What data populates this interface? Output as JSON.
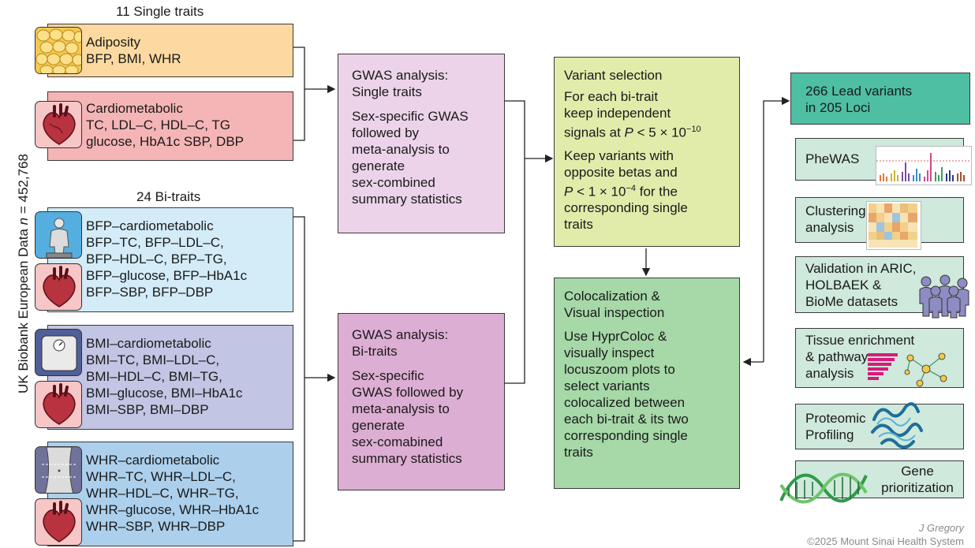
{
  "side_label": "UK Biobank European Data n = 452,768",
  "side_label_parts": {
    "prefix": "UK Biobank European Data ",
    "n": "n",
    "suffix": " = 452,768"
  },
  "single_traits": {
    "heading": "11 Single traits",
    "adiposity": {
      "title": "Adiposity",
      "items": "BFP, BMI, WHR"
    },
    "cardiometabolic": {
      "title": "Cardiometabolic",
      "line1": "TC, LDL–C, HDL–C, TG",
      "line2": "glucose, HbA1c SBP, DBP"
    }
  },
  "bi_traits": {
    "heading": "24 Bi-traits",
    "bfp": [
      "BFP–cardiometabolic",
      "BFP–TC, BFP–LDL–C,",
      "BFP–HDL–C, BFP–TG,",
      "BFP–glucose, BFP–HbA1c",
      "BFP–SBP, BFP–DBP"
    ],
    "bmi": [
      "BMI–cardiometabolic",
      "BMI–TC, BMI–LDL–C,",
      "BMI–HDL–C, BMI–TG,",
      "BMI–glucose, BMI–HbA1c",
      "BMI–SBP, BMI–DBP"
    ],
    "whr": [
      "WHR–cardiometabolic",
      "WHR–TC, WHR–LDL–C,",
      "WHR–HDL–C, WHR–TG,",
      "WHR–glucose, WHR–HbA1c",
      "WHR–SBP, WHR–DBP"
    ]
  },
  "gwas_single": {
    "title": [
      "GWAS analysis:",
      "Single traits"
    ],
    "body": [
      "Sex-specific GWAS",
      "followed by",
      "meta-analysis to",
      "generate",
      "sex-combined",
      "summary statistics"
    ]
  },
  "gwas_bi": {
    "title": [
      "GWAS analysis:",
      "Bi-traits"
    ],
    "body": [
      "Sex-specific",
      "GWAS followed by",
      "meta-analysis to",
      "generate",
      "sex-comabined",
      "summary statistics"
    ]
  },
  "variant_selection": {
    "title": "Variant selection",
    "para1": [
      "For each bi-trait",
      "keep independent"
    ],
    "para1_sig": {
      "prefix": "signals at ",
      "p": "P",
      "rel": " < 5 × 10",
      "exp": "−10"
    },
    "para2": [
      "Keep variants with",
      "opposite betas and"
    ],
    "para2_sig": {
      "p": "P",
      "rel": " < 1 × 10",
      "exp": "−4",
      "suffix": " for the"
    },
    "para2_end": [
      "corresponding single",
      "traits"
    ]
  },
  "colocalization": {
    "title": [
      "Colocalization &",
      "Visual inspection"
    ],
    "body": [
      "Use HyprColoc &",
      "visually inspect",
      "locuszoom plots to",
      "select variants",
      "colocalized between",
      "each bi-trait & its two",
      "corresponding single",
      "traits"
    ]
  },
  "lead_variants": {
    "line1": "266 Lead variants",
    "line2": "in 205 Loci"
  },
  "analyses": {
    "phewas": "PheWAS",
    "clustering": [
      "Clustering",
      "analysis"
    ],
    "validation": [
      "Validation in ARIC,",
      "HOLBAEK &",
      "BioMe datasets"
    ],
    "tissue": [
      "Tissue enrichment",
      "& pathway",
      "analysis"
    ],
    "proteomic": [
      "Proteomic",
      "Profiling"
    ],
    "gene": [
      "Gene",
      "prioritization"
    ]
  },
  "credit": {
    "author": "J Gregory",
    "copyright": "©2025 Mount Sinai Health System"
  },
  "colors": {
    "adiposity": "#fcd9a0",
    "cardiometabolic": "#f5b5b6",
    "bfp": "#d3ecf8",
    "bmi": "#c2c5e3",
    "whr": "#acd0ec",
    "gwas_single": "#ecd3ea",
    "gwas_bi": "#ddaed3",
    "variant": "#e1ecab",
    "coloc": "#a6d8a8",
    "lead": "#4ebfa3",
    "small": "#cfe9dc",
    "line": "#222222"
  }
}
